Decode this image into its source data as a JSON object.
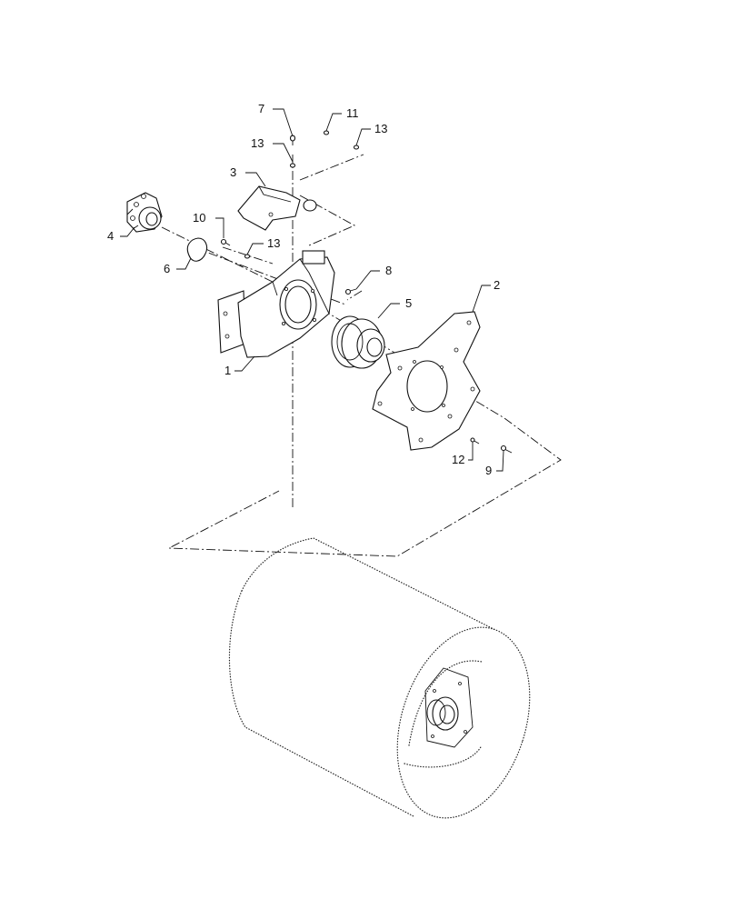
{
  "callouts": [
    {
      "id": "c1",
      "text": "1"
    },
    {
      "id": "c2",
      "text": "2"
    },
    {
      "id": "c3",
      "text": "3"
    },
    {
      "id": "c4",
      "text": "4"
    },
    {
      "id": "c5",
      "text": "5"
    },
    {
      "id": "c6",
      "text": "6"
    },
    {
      "id": "c7",
      "text": "7"
    },
    {
      "id": "c8",
      "text": "8"
    },
    {
      "id": "c9",
      "text": "9"
    },
    {
      "id": "c10",
      "text": "10"
    },
    {
      "id": "c11",
      "text": "11"
    },
    {
      "id": "c12",
      "text": "12"
    },
    {
      "id": "c13a",
      "text": "13"
    },
    {
      "id": "c13b",
      "text": "13"
    },
    {
      "id": "c13c",
      "text": "13"
    }
  ],
  "parts": {
    "1": "frame-bracket",
    "2": "drive-plate",
    "3": "cover-plate",
    "4": "motor",
    "5": "gear-hub",
    "6": "retaining-ring",
    "7": "bolt",
    "8": "bolt",
    "9": "bolt",
    "10": "bolt",
    "11": "nut",
    "12": "bolt",
    "13": "washer"
  }
}
